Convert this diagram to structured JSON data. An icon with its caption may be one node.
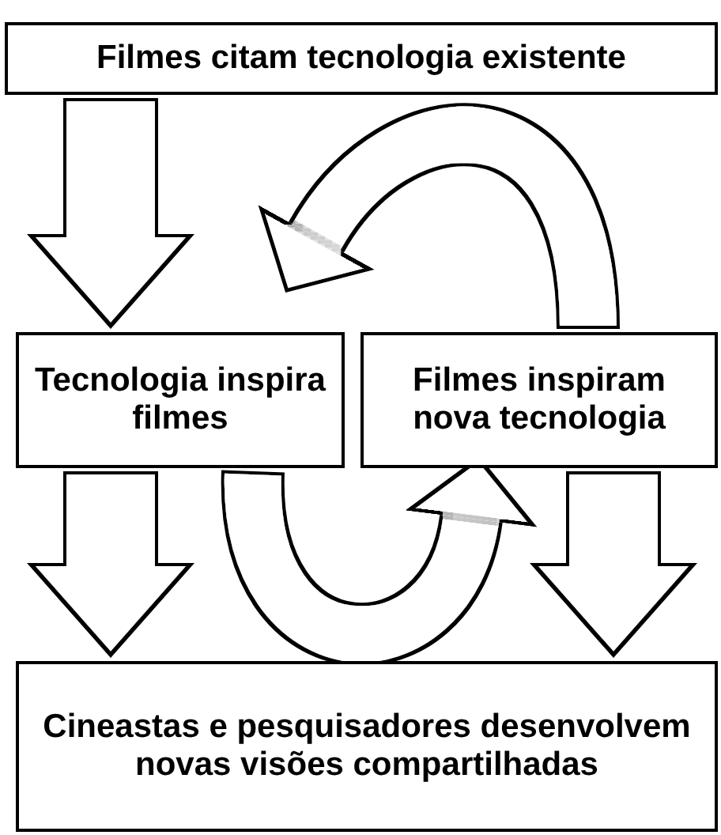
{
  "diagram": {
    "nodes": [
      {
        "text": [
          "Filmes citam tecnologia existente"
        ]
      },
      {
        "text": [
          "Tecnologia inspira filmes"
        ]
      },
      {
        "text": [
          "Filmes inspiram nova tecnologia"
        ]
      },
      {
        "text": [
          "Cineastas e pesquisadores desenvolvem novas visões compartilhadas"
        ]
      }
    ],
    "edges": [
      {
        "from": 0,
        "to": 1,
        "arrow": "to"
      },
      {
        "from": 2,
        "to": 1,
        "arrow": "to"
      },
      {
        "from": 1,
        "to": 2,
        "arrow": "to"
      },
      {
        "from": 1,
        "to": 3,
        "arrow": "to"
      },
      {
        "from": 2,
        "to": 3,
        "arrow": "to"
      }
    ]
  }
}
